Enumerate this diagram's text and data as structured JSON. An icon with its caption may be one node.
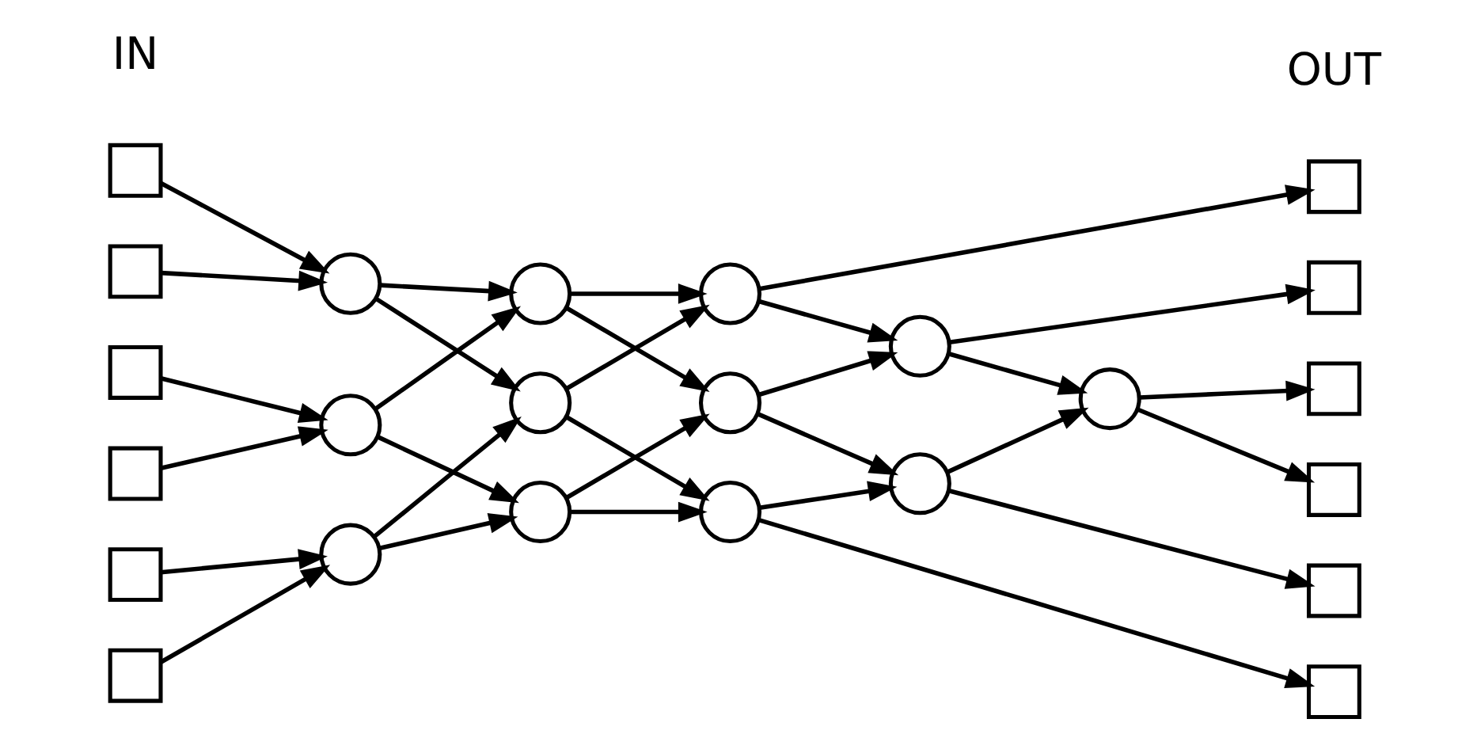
{
  "diagram": {
    "nodes": [
      {
        "text": [],
        "shape": "box"
      },
      {
        "text": [],
        "shape": "box"
      },
      {
        "text": [],
        "shape": "box"
      },
      {
        "text": [],
        "shape": "box"
      },
      {
        "text": [],
        "shape": "box"
      },
      {
        "text": [],
        "shape": "box"
      },
      {
        "text": [],
        "shape": "circle"
      },
      {
        "text": [],
        "shape": "circle"
      },
      {
        "text": [],
        "shape": "circle"
      },
      {
        "text": [],
        "shape": "circle"
      },
      {
        "text": [],
        "shape": "circle"
      },
      {
        "text": [],
        "shape": "circle"
      },
      {
        "text": [],
        "shape": "circle"
      },
      {
        "text": [],
        "shape": "circle"
      },
      {
        "text": [],
        "shape": "circle"
      },
      {
        "text": [],
        "shape": "circle"
      },
      {
        "text": [],
        "shape": "circle"
      },
      {
        "text": [],
        "shape": "circle"
      },
      {
        "text": [],
        "shape": "box"
      },
      {
        "text": [],
        "shape": "box"
      },
      {
        "text": [],
        "shape": "box"
      },
      {
        "text": [],
        "shape": "box"
      },
      {
        "text": [],
        "shape": "box"
      },
      {
        "text": [],
        "shape": "box"
      }
    ],
    "edges": [
      {
        "from": 0,
        "to": 6,
        "arrow": "to"
      },
      {
        "from": 1,
        "to": 6,
        "arrow": "to"
      },
      {
        "from": 2,
        "to": 7,
        "arrow": "to"
      },
      {
        "from": 3,
        "to": 7,
        "arrow": "to"
      },
      {
        "from": 4,
        "to": 8,
        "arrow": "to"
      },
      {
        "from": 5,
        "to": 8,
        "arrow": "to"
      },
      {
        "from": 6,
        "to": 9,
        "arrow": "to"
      },
      {
        "from": 6,
        "to": 10,
        "arrow": "to"
      },
      {
        "from": 7,
        "to": 9,
        "arrow": "to"
      },
      {
        "from": 7,
        "to": 11,
        "arrow": "to"
      },
      {
        "from": 8,
        "to": 10,
        "arrow": "to"
      },
      {
        "from": 8,
        "to": 11,
        "arrow": "to"
      },
      {
        "from": 9,
        "to": 12,
        "arrow": "to"
      },
      {
        "from": 9,
        "to": 13,
        "arrow": "to"
      },
      {
        "from": 10,
        "to": 12,
        "arrow": "to"
      },
      {
        "from": 10,
        "to": 14,
        "arrow": "to"
      },
      {
        "from": 11,
        "to": 13,
        "arrow": "to"
      },
      {
        "from": 11,
        "to": 14,
        "arrow": "to"
      },
      {
        "from": 12,
        "to": 18,
        "arrow": "to"
      },
      {
        "from": 12,
        "to": 15,
        "arrow": "to"
      },
      {
        "from": 13,
        "to": 15,
        "arrow": "to"
      },
      {
        "from": 13,
        "to": 16,
        "arrow": "to"
      },
      {
        "from": 14,
        "to": 16,
        "arrow": "to"
      },
      {
        "from": 14,
        "to": 23,
        "arrow": "to"
      },
      {
        "from": 15,
        "to": 19,
        "arrow": "to"
      },
      {
        "from": 15,
        "to": 17,
        "arrow": "to"
      },
      {
        "from": 16,
        "to": 17,
        "arrow": "to"
      },
      {
        "from": 16,
        "to": 22,
        "arrow": "to"
      },
      {
        "from": 17,
        "to": 20,
        "arrow": "to"
      },
      {
        "from": 17,
        "to": 21,
        "arrow": "to"
      }
    ],
    "labels": [
      "IN",
      "OUT"
    ]
  }
}
